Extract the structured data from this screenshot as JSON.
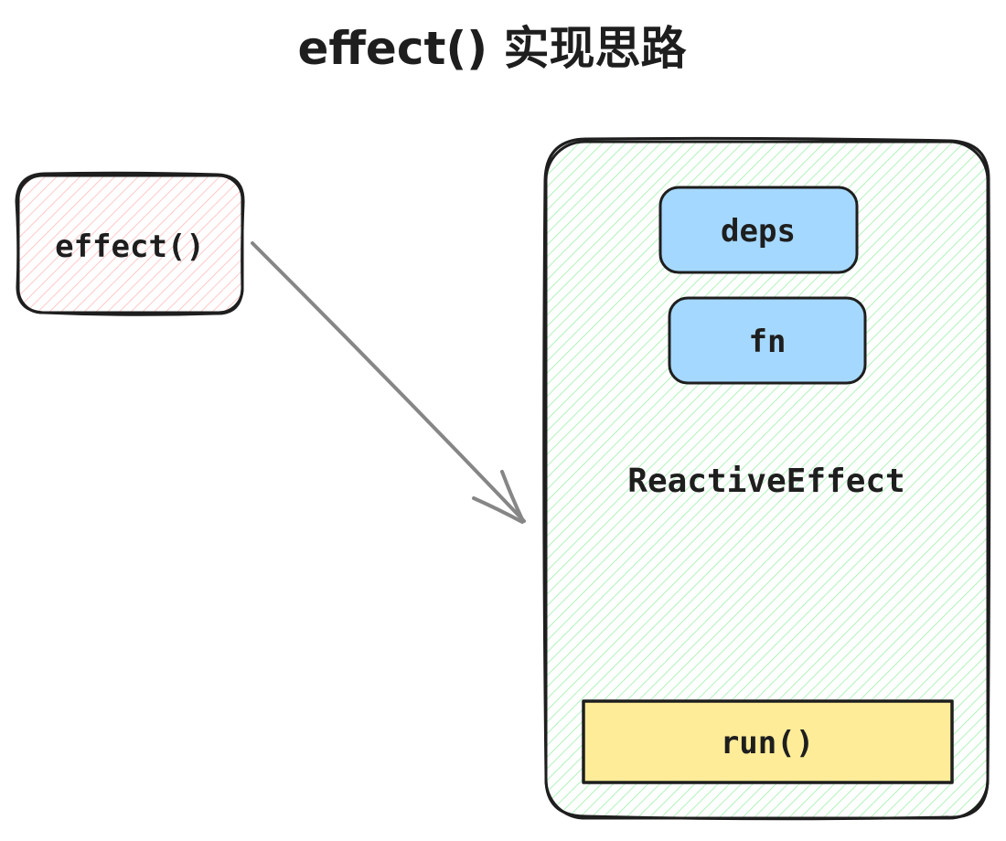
{
  "title": "effect() 实现思路",
  "nodes": {
    "effect": {
      "label": "effect()",
      "fill": "#ffc9c9"
    },
    "reactive_effect": {
      "label": "ReactiveEffect",
      "fill": "#b2f2bb"
    },
    "deps": {
      "label": "deps",
      "fill": "#a5d8ff"
    },
    "fn": {
      "label": "fn",
      "fill": "#a5d8ff"
    },
    "run": {
      "label": "run()",
      "fill": "#ffec99"
    }
  },
  "arrow": {
    "from": "effect",
    "to": "reactive_effect",
    "color": "#868686"
  }
}
